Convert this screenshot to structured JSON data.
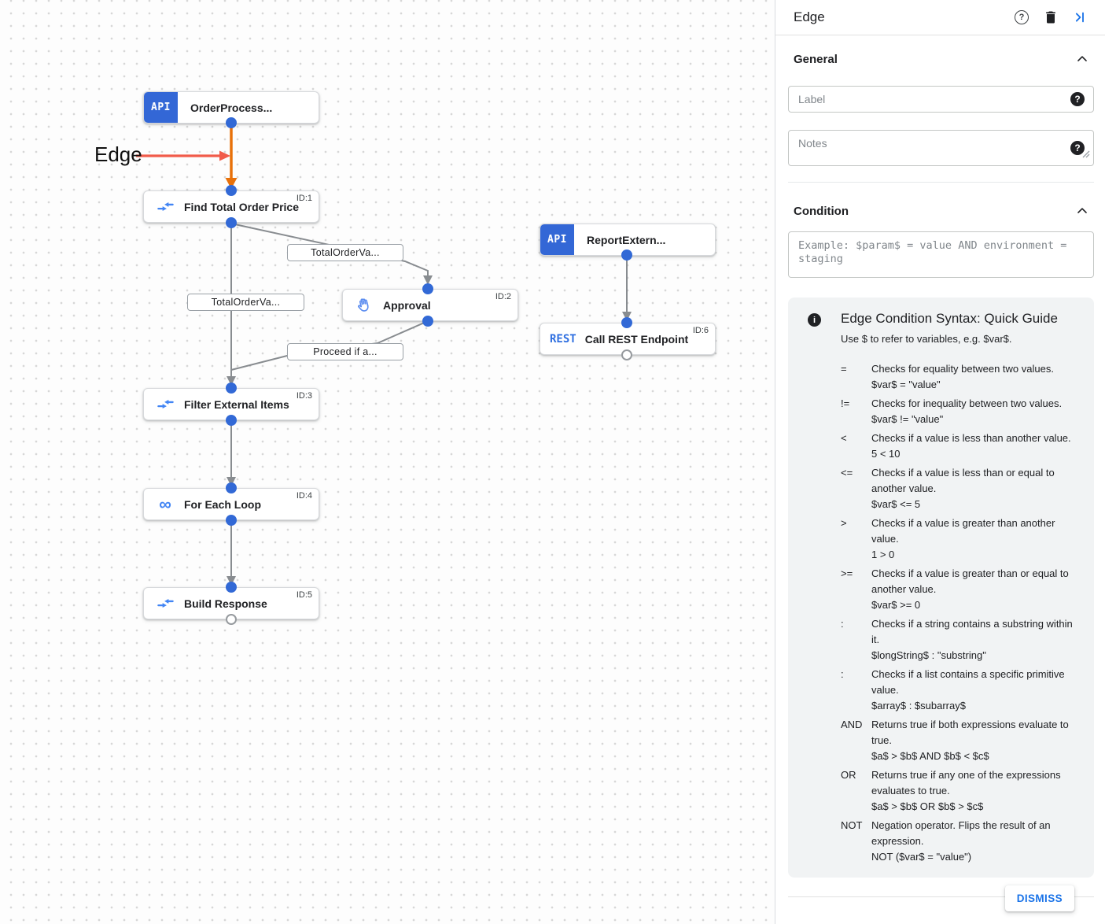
{
  "canvas": {
    "annotation": {
      "label": "Edge"
    },
    "nodes": [
      {
        "title": "OrderProcess...",
        "badge": "API"
      },
      {
        "title": "Find Total Order Price",
        "id_label": "ID:1"
      },
      {
        "title": "Approval",
        "id_label": "ID:2"
      },
      {
        "title": "Filter External Items",
        "id_label": "ID:3"
      },
      {
        "title": "For Each Loop",
        "id_label": "ID:4",
        "icon_glyph": "∞"
      },
      {
        "title": "Build Response",
        "id_label": "ID:5"
      },
      {
        "title": "ReportExtern...",
        "badge": "API"
      },
      {
        "title": "Call REST Endpoint",
        "badge": "REST",
        "id_label": "ID:6"
      }
    ],
    "edge_labels": [
      "TotalOrderVa...",
      "TotalOrderVa...",
      "Proceed if a..."
    ]
  },
  "icons": {
    "question_glyph": "?",
    "info_glyph": "i"
  },
  "colors": {
    "selected_edge": "#e8710a",
    "annotation_red": "#f15b4a",
    "edge_gray": "#888c90",
    "port_blue": "#3269d6",
    "badge_blue": "#3367d6",
    "accent_blue": "#1a73e8",
    "icon_blue": "#4285f4",
    "guide_bg": "#f1f3f4"
  },
  "panel": {
    "title": "Edge",
    "general": {
      "heading": "General",
      "label_placeholder": "Label",
      "notes_placeholder": "Notes"
    },
    "condition": {
      "heading": "Condition",
      "placeholder": "Example: $param$ = value AND environment = staging"
    },
    "guide": {
      "title": "Edge Condition Syntax: Quick Guide",
      "subtitle": "Use $ to refer to variables, e.g. $var$.",
      "rows": [
        {
          "op": "=",
          "desc": "Checks for equality between two values.",
          "example": "$var$ = \"value\""
        },
        {
          "op": "!=",
          "desc": "Checks for inequality between two values.",
          "example": "$var$ != \"value\""
        },
        {
          "op": "<",
          "desc": "Checks if a value is less than another value.",
          "example": "5 < 10"
        },
        {
          "op": "<=",
          "desc": "Checks if a value is less than or equal to another value.",
          "example": "$var$ <= 5"
        },
        {
          "op": ">",
          "desc": "Checks if a value is greater than another value.",
          "example": "1 > 0"
        },
        {
          "op": ">=",
          "desc": "Checks if a value is greater than or equal to another value.",
          "example": "$var$ >= 0"
        },
        {
          "op": ":",
          "desc": "Checks if a string contains a substring within it.",
          "example": "$longString$ : \"substring\""
        },
        {
          "op": ":",
          "desc": "Checks if a list contains a specific primitive value.",
          "example": "$array$ : $subarray$"
        },
        {
          "op": "AND",
          "desc": "Returns true if both expressions evaluate to true.",
          "example": "$a$ > $b$ AND $b$ < $c$"
        },
        {
          "op": "OR",
          "desc": "Returns true if any one of the expressions evaluates to true.",
          "example": "$a$ > $b$ OR $b$ > $c$"
        },
        {
          "op": "NOT",
          "desc": "Negation operator. Flips the result of an expression.",
          "example": "NOT ($var$ = \"value\")"
        }
      ]
    },
    "dismiss_label": "DISMISS"
  }
}
